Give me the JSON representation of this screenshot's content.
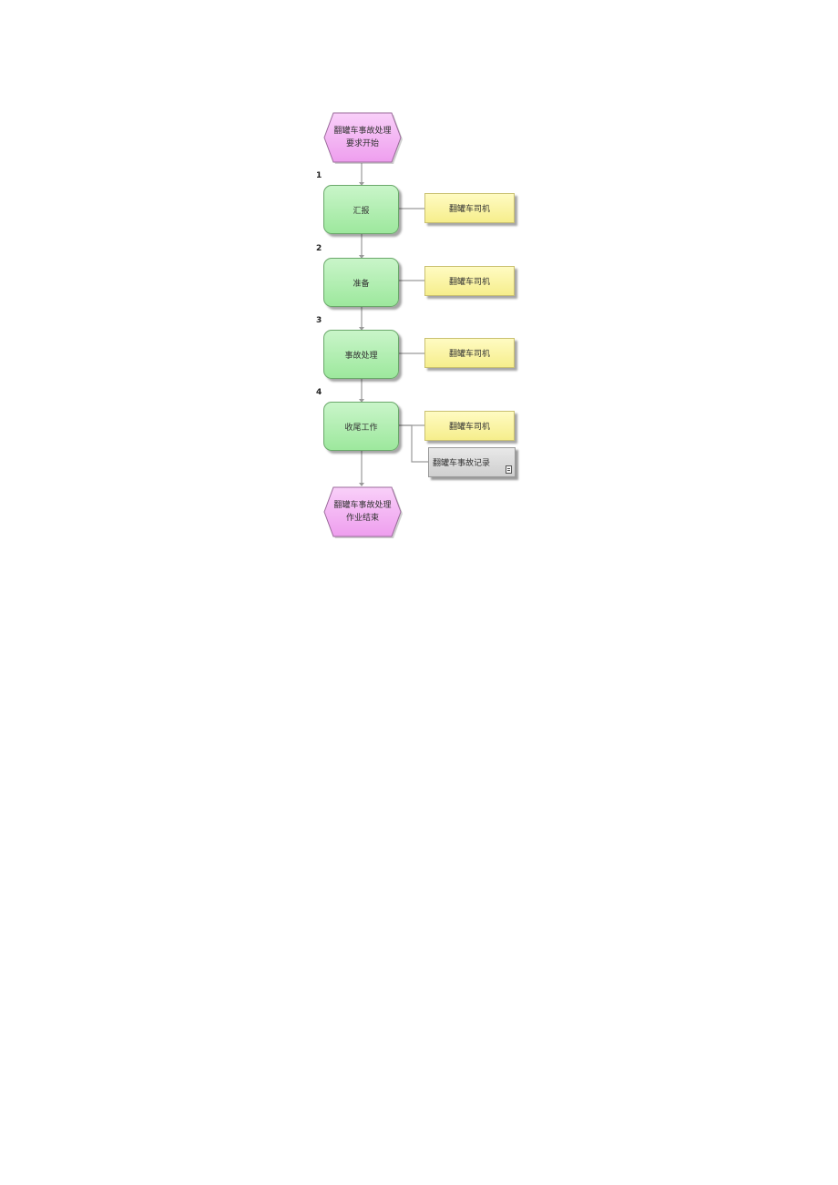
{
  "diagram": {
    "type": "EPC process flow",
    "start_event": {
      "label": "翻罐车事故处理要求开始",
      "color": "#f4b6f4"
    },
    "steps": [
      {
        "number": "1",
        "function": "汇报",
        "roles": [
          "翻罐车司机"
        ],
        "documents": []
      },
      {
        "number": "2",
        "function": "准备",
        "roles": [
          "翻罐车司机"
        ],
        "documents": []
      },
      {
        "number": "3",
        "function": "事故处理",
        "roles": [
          "翻罐车司机"
        ],
        "documents": []
      },
      {
        "number": "4",
        "function": "收尾工作",
        "roles": [
          "翻罐车司机"
        ],
        "documents": [
          "翻罐车事故记录"
        ]
      }
    ],
    "end_event": {
      "label": "翻罐车事故处理作业结束",
      "color": "#f4b6f4"
    },
    "colors": {
      "event": "#f4b6f4",
      "function": "#a8eca8",
      "role": "#fbf3a6",
      "document": "#d9d9d9",
      "connector": "#9a9a9a"
    }
  }
}
